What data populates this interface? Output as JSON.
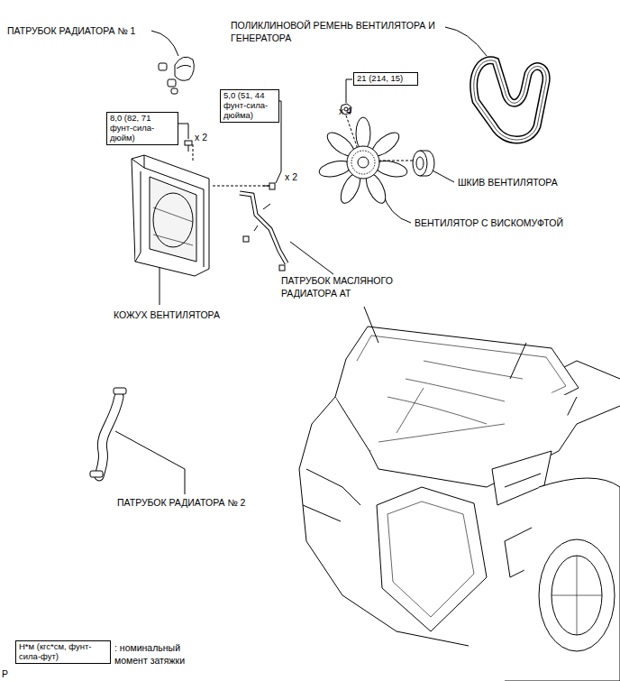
{
  "diagram": {
    "nodes": [
      {
        "text": [
          "8,0 (82, 71 фунт-сила-дюйм)"
        ]
      },
      {
        "text": [
          "5,0 (51, 44 фунт-сила-дюйма)"
        ]
      },
      {
        "text": [
          "21 (214, 15)"
        ]
      },
      {
        "text": [
          "Н*м (кгс*см, фунт-сила-фут)"
        ]
      }
    ],
    "labels": [
      "ПАТРУБОК РАДИАТОРА № 1",
      "ПОЛИКЛИНОВОЙ РЕМЕНЬ ВЕНТИЛЯТОРА И ГЕНЕРАТОРА",
      "x 2",
      "x 2",
      "x 4",
      "ШКИВ ВЕНТИЛЯТОРА",
      "ВЕНТИЛЯТОР С ВИСКОМУФТОЙ",
      "ПАТРУБОК МАСЛЯНОГО РАДИАТОРА АТ",
      "КОЖУХ ВЕНТИЛЯТОРА",
      "ПАТРУБОК РАДИАТОРА № 2",
      ": номинальный момент затяжки",
      "P"
    ]
  }
}
